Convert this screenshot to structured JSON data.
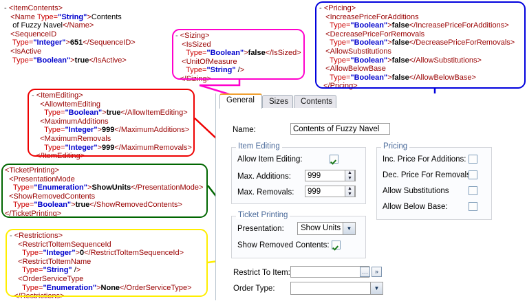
{
  "xml_blocks": {
    "item_contents": {
      "name": "item-contents",
      "lines": [
        "- <ItemContents>",
        "   <Name Type=\"String\">Contents",
        "    of Fuzzy Navel</Name>",
        "   <SequenceID",
        "    Type=\"Integer\">651</SequenceID>",
        "   <IsActive",
        "    Type=\"Boolean\">true</IsActive>"
      ]
    },
    "sizing": {
      "name": "sizing",
      "lines": [
        "- <Sizing>",
        "   <IsSized",
        "     Type=\"Boolean\">false</IsSized>",
        "   <UnitOfMeasure",
        "     Type=\"String\" />",
        "  </Sizing>"
      ]
    },
    "pricing": {
      "name": "pricing",
      "lines": [
        "- <Pricing>",
        "   <IncreasePriceForAdditions",
        "     Type=\"Boolean\">false</IncreasePriceForAdditions>",
        "   <DecreasePriceForRemovals",
        "     Type=\"Boolean\">false</DecreasePriceForRemovals>",
        "   <AllowSubstitutions",
        "     Type=\"Boolean\">false</AllowSubstitutions>",
        "   <AllowBelowBase",
        "     Type=\"Boolean\">false</AllowBelowBase>",
        "  </Pricing>"
      ]
    },
    "item_editing": {
      "name": "item-editing",
      "lines": [
        "- <ItemEditing>",
        "    <AllowItemEditing",
        "      Type=\"Boolean\">true</AllowItemEditing>",
        "    <MaximumAdditions",
        "      Type=\"Integer\">999</MaximumAdditions>",
        "    <MaximumRemovals",
        "      Type=\"Integer\">999</MaximumRemovals>",
        "  </ItemEditing>"
      ]
    },
    "ticket_printing": {
      "name": "ticket-printing",
      "lines": [
        "<TicketPrinting>",
        "  <PresentationMode",
        "    Type=\"Enumeration\">ShowUnits</PresentationMode>",
        "  <ShowRemovedContents",
        "    Type=\"Boolean\">true</ShowRemovedContents>",
        "</TicketPrinting>"
      ]
    },
    "restrictions": {
      "name": "restrictions",
      "lines": [
        "- <Restrictions>",
        "    <RestrictToItemSequenceId",
        "      Type=\"Integer\">0</RestrictToItemSequenceId>",
        "    <RestrictToItemName",
        "      Type=\"String\" />",
        "    <OrderServiceType",
        "      Type=\"Enumeration\">None</OrderServiceType>",
        "  </Restrictions>"
      ]
    }
  },
  "callout_colors": {
    "item_contents": "#000000",
    "sizing": "#ff00cc",
    "pricing": "#0000dd",
    "item_editing": "#ee0000",
    "ticket_printing": "#006600",
    "restrictions": "#ffee00"
  },
  "dialog": {
    "tabs": [
      {
        "label": "General",
        "selected": true
      },
      {
        "label": "Sizes",
        "selected": false
      },
      {
        "label": "Contents",
        "selected": false
      }
    ],
    "name_field": {
      "label": "Name:",
      "value": "Contents of Fuzzy Navel",
      "placeholder": ""
    },
    "item_editing": {
      "title": "Item Editing",
      "allow_item_editing": {
        "label": "Allow Item Editing:",
        "checked": true
      },
      "max_additions": {
        "label": "Max. Additions:",
        "value": "999"
      },
      "max_removals": {
        "label": "Max. Removals:",
        "value": "999"
      }
    },
    "pricing": {
      "title": "Pricing",
      "rows": [
        {
          "label": "Inc. Price For Additions:",
          "checked": false
        },
        {
          "label": "Dec. Price For Removals:",
          "checked": false
        },
        {
          "label": "Allow Substitutions",
          "checked": false
        },
        {
          "label": "Allow Below Base:",
          "checked": false
        }
      ]
    },
    "ticket_printing": {
      "title": "Ticket Printing",
      "presentation": {
        "label": "Presentation:",
        "value": "Show Units"
      },
      "show_removed": {
        "label": "Show Removed Contents:",
        "checked": true
      }
    },
    "restrictions": {
      "restrict_to_item": {
        "label": "Restrict To Item:",
        "value": "",
        "browse_glyph": "…",
        "next_glyph": "»"
      },
      "order_type": {
        "label": "Order Type:",
        "value": ""
      }
    },
    "glyphs": {
      "spin_up": "▲",
      "spin_down": "▼",
      "combo_arrow": "▼"
    }
  }
}
